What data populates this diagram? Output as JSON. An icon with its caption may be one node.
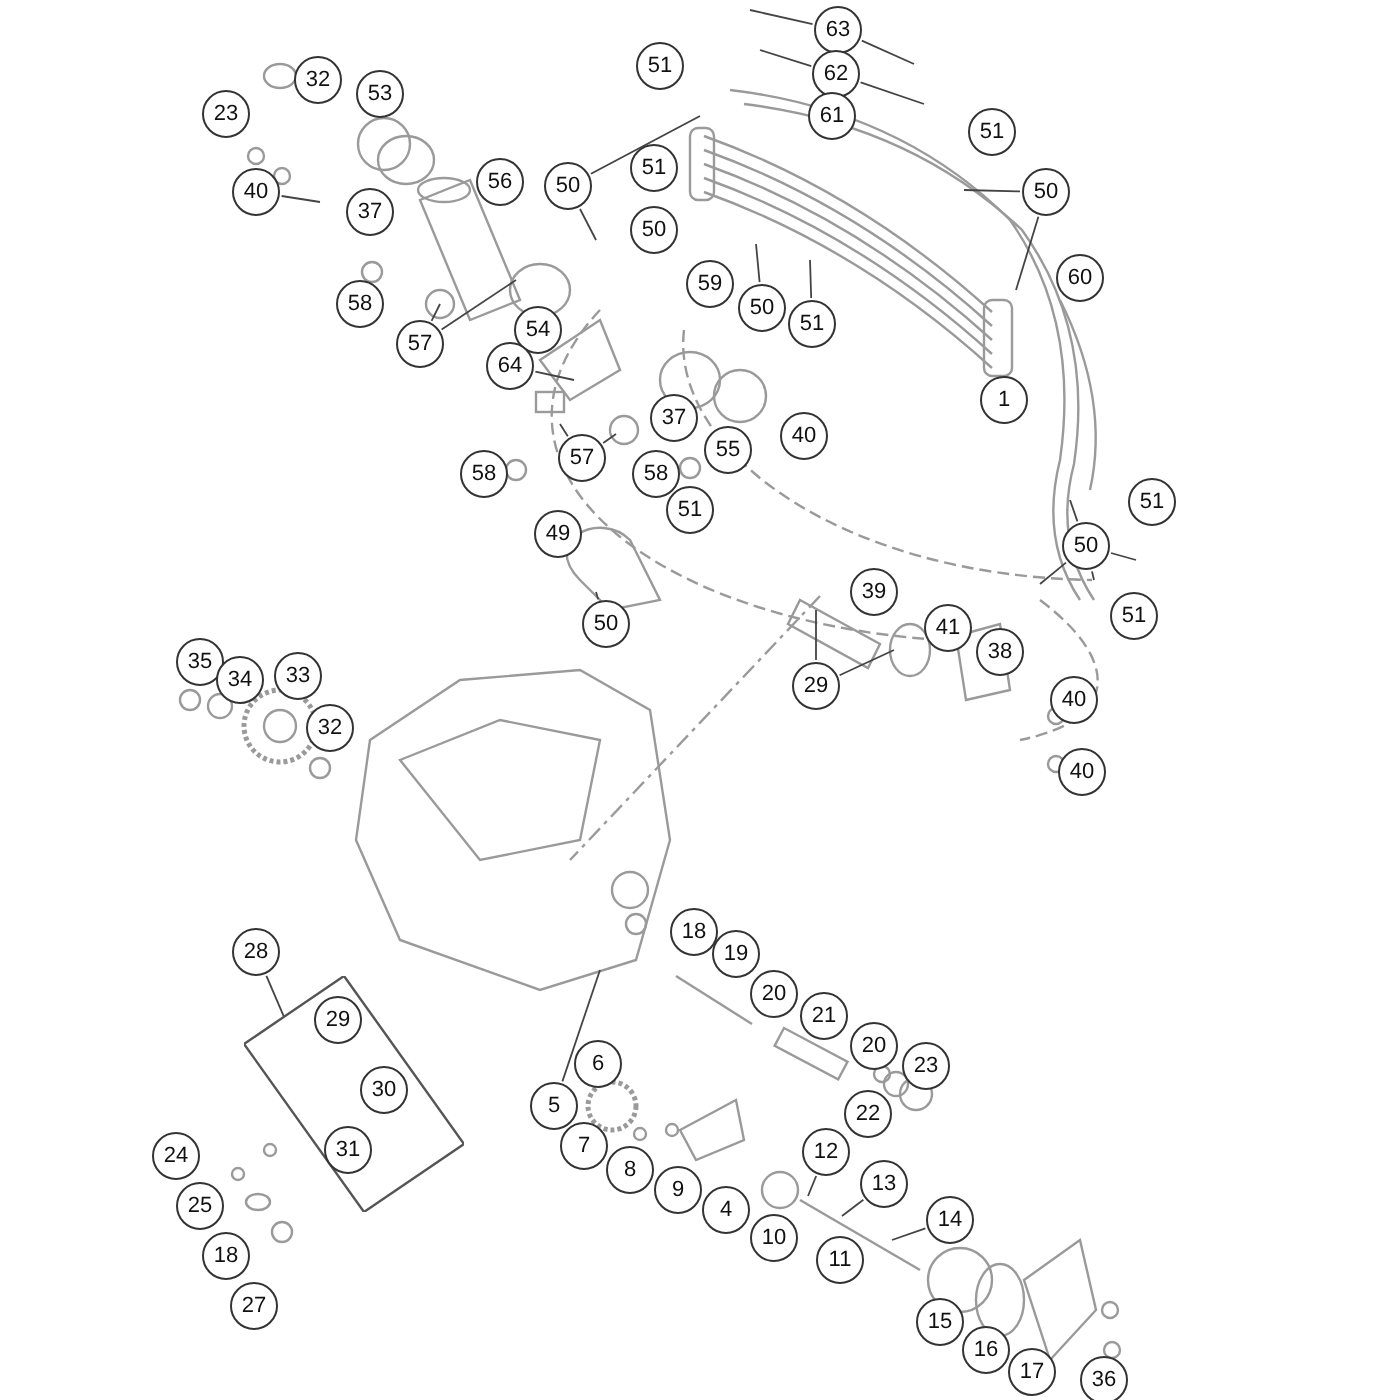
{
  "diagram": {
    "nodes": [
      {
        "text": [
          "63"
        ]
      },
      {
        "text": [
          "62"
        ]
      },
      {
        "text": [
          "51"
        ]
      },
      {
        "text": [
          "32"
        ]
      },
      {
        "text": [
          "53"
        ]
      },
      {
        "text": [
          "23"
        ]
      },
      {
        "text": [
          "61"
        ]
      },
      {
        "text": [
          "51"
        ]
      },
      {
        "text": [
          "51"
        ]
      },
      {
        "text": [
          "56"
        ]
      },
      {
        "text": [
          "50"
        ]
      },
      {
        "text": [
          "40"
        ]
      },
      {
        "text": [
          "50"
        ]
      },
      {
        "text": [
          "37"
        ]
      },
      {
        "text": [
          "50"
        ]
      },
      {
        "text": [
          "60"
        ]
      },
      {
        "text": [
          "59"
        ]
      },
      {
        "text": [
          "58"
        ]
      },
      {
        "text": [
          "50"
        ]
      },
      {
        "text": [
          "51"
        ]
      },
      {
        "text": [
          "54"
        ]
      },
      {
        "text": [
          "57"
        ]
      },
      {
        "text": [
          "64"
        ]
      },
      {
        "text": [
          "1"
        ]
      },
      {
        "text": [
          "37"
        ]
      },
      {
        "text": [
          "40"
        ]
      },
      {
        "text": [
          "55"
        ]
      },
      {
        "text": [
          "57"
        ]
      },
      {
        "text": [
          "58"
        ]
      },
      {
        "text": [
          "58"
        ]
      },
      {
        "text": [
          "51"
        ]
      },
      {
        "text": [
          "51"
        ]
      },
      {
        "text": [
          "49"
        ]
      },
      {
        "text": [
          "50"
        ]
      },
      {
        "text": [
          "39"
        ]
      },
      {
        "text": [
          "51"
        ]
      },
      {
        "text": [
          "50"
        ]
      },
      {
        "text": [
          "41"
        ]
      },
      {
        "text": [
          "38"
        ]
      },
      {
        "text": [
          "35"
        ]
      },
      {
        "text": [
          "33"
        ]
      },
      {
        "text": [
          "34"
        ]
      },
      {
        "text": [
          "29"
        ]
      },
      {
        "text": [
          "40"
        ]
      },
      {
        "text": [
          "32"
        ]
      },
      {
        "text": [
          "40"
        ]
      },
      {
        "text": [
          "18"
        ]
      },
      {
        "text": [
          "19"
        ]
      },
      {
        "text": [
          "28"
        ]
      },
      {
        "text": [],
        "shape": "box"
      },
      {
        "text": [
          "20"
        ]
      },
      {
        "text": [
          "21"
        ]
      },
      {
        "text": [
          "29"
        ],
        "in": 49
      },
      {
        "text": [
          "20"
        ]
      },
      {
        "text": [
          "6"
        ]
      },
      {
        "text": [
          "23"
        ]
      },
      {
        "text": [
          "30"
        ],
        "in": 49
      },
      {
        "text": [
          "5"
        ]
      },
      {
        "text": [
          "22"
        ]
      },
      {
        "text": [
          "31"
        ],
        "in": 49
      },
      {
        "text": [
          "7"
        ]
      },
      {
        "text": [
          "12"
        ]
      },
      {
        "text": [
          "24"
        ]
      },
      {
        "text": [
          "8"
        ]
      },
      {
        "text": [
          "13"
        ]
      },
      {
        "text": [
          "9"
        ]
      },
      {
        "text": [
          "25"
        ]
      },
      {
        "text": [
          "4"
        ]
      },
      {
        "text": [
          "14"
        ]
      },
      {
        "text": [
          "18"
        ]
      },
      {
        "text": [
          "10"
        ]
      },
      {
        "text": [
          "11"
        ]
      },
      {
        "text": [
          "27"
        ]
      },
      {
        "text": [
          "15"
        ]
      },
      {
        "text": [
          "16"
        ]
      },
      {
        "text": [
          "17"
        ]
      },
      {
        "text": [
          "36"
        ]
      }
    ],
    "edges": [
      {
        "from": 0,
        "to": null,
        "arrow": "none"
      },
      {
        "from": 0,
        "to": null,
        "arrow": "none"
      },
      {
        "from": 1,
        "to": null,
        "arrow": "none"
      },
      {
        "from": 1,
        "to": null,
        "arrow": "none"
      },
      {
        "from": 10,
        "to": null,
        "arrow": "none"
      },
      {
        "from": 10,
        "to": null,
        "arrow": "none"
      },
      {
        "from": 11,
        "to": null,
        "arrow": "none"
      },
      {
        "from": 12,
        "to": null,
        "arrow": "none"
      },
      {
        "from": 12,
        "to": null,
        "arrow": "none"
      },
      {
        "from": 21,
        "to": null,
        "arrow": "none"
      },
      {
        "from": 21,
        "to": null,
        "arrow": "none"
      },
      {
        "from": 18,
        "to": null,
        "arrow": "none"
      },
      {
        "from": 19,
        "to": null,
        "arrow": "none"
      },
      {
        "from": 22,
        "to": null,
        "arrow": "none"
      },
      {
        "from": 27,
        "to": null,
        "arrow": "none"
      },
      {
        "from": 27,
        "to": null,
        "arrow": "none"
      },
      {
        "from": 33,
        "to": null,
        "arrow": "none"
      },
      {
        "from": 33,
        "to": null,
        "arrow": "none"
      },
      {
        "from": 33,
        "to": null,
        "arrow": "none"
      },
      {
        "from": 33,
        "to": null,
        "arrow": "none"
      },
      {
        "from": 36,
        "to": null,
        "arrow": "none"
      },
      {
        "from": 42,
        "to": null,
        "arrow": "none"
      },
      {
        "from": 42,
        "to": null,
        "arrow": "none"
      },
      {
        "from": 48,
        "to": 49,
        "arrow": "none"
      },
      {
        "from": 57,
        "to": null,
        "arrow": "none"
      },
      {
        "from": 61,
        "to": null,
        "arrow": "none"
      },
      {
        "from": 64,
        "to": null,
        "arrow": "none"
      },
      {
        "from": 68,
        "to": null,
        "arrow": "none"
      }
    ]
  }
}
